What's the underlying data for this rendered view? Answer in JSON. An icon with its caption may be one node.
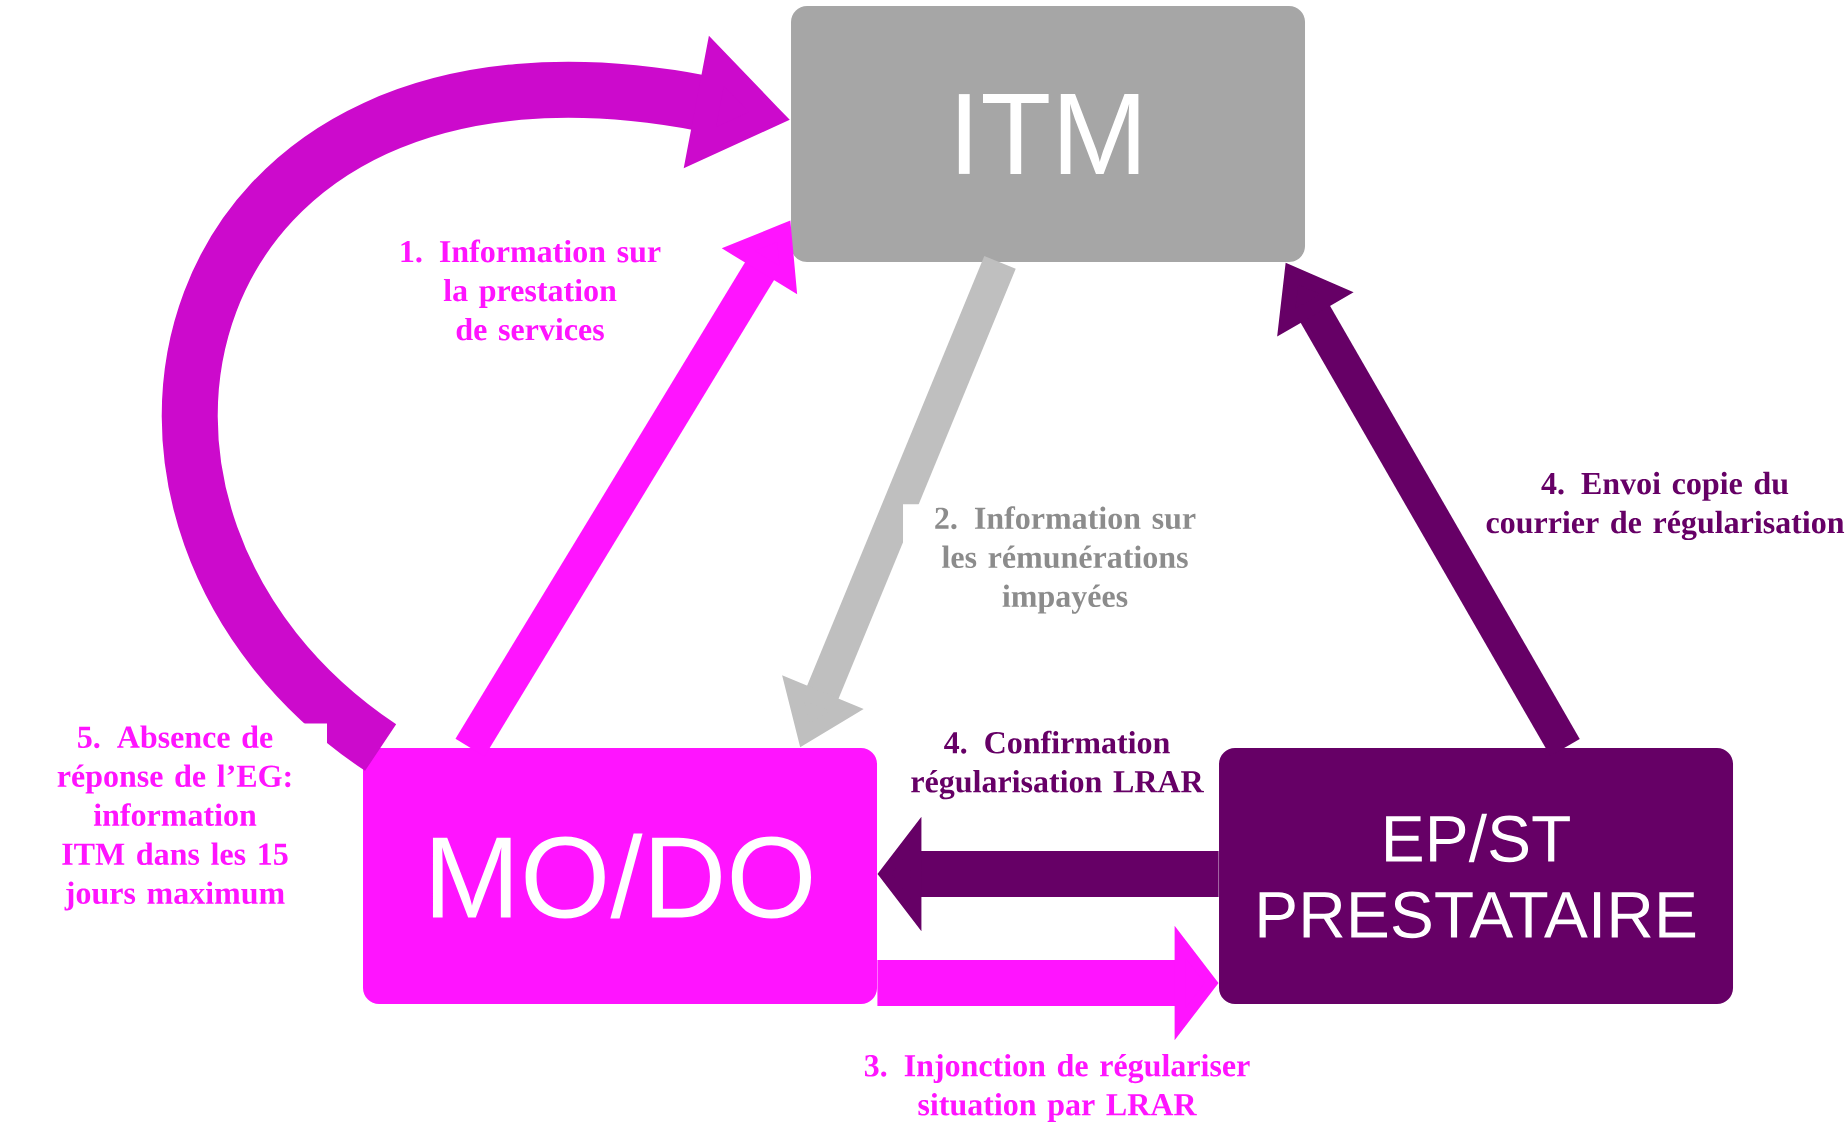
{
  "diagram": {
    "nodes": [
      {
        "text": [
          "ITM"
        ]
      },
      {
        "text": [
          "MO/DO"
        ]
      },
      {
        "text": [
          "EP/ST PRESTATAIRE"
        ]
      }
    ],
    "edges": [
      {
        "from": 1,
        "to": 0,
        "arrow": "to",
        "label": "1. Information sur la prestation de services",
        "color": "#ff14ff"
      },
      {
        "from": 0,
        "to": 1,
        "arrow": "to",
        "label": "2. Information sur les rémunérations impayées",
        "color": "#bfbfbf"
      },
      {
        "from": 1,
        "to": 2,
        "arrow": "to",
        "label": "3. Injonction de régulariser situation par LRAR",
        "color": "#ff14ff"
      },
      {
        "from": 2,
        "to": 1,
        "arrow": "to",
        "label": "4. Confirmation régularisation LRAR",
        "color": "#660066"
      },
      {
        "from": 2,
        "to": 0,
        "arrow": "to",
        "label": "4. Envoi copie du courrier de régularisation",
        "color": "#660066"
      },
      {
        "from": 1,
        "to": 0,
        "arrow": "to",
        "label": "5. Absence de réponse de l’EG: information ITM dans les 15 jours maximum",
        "color": "#cc0acc"
      }
    ]
  }
}
